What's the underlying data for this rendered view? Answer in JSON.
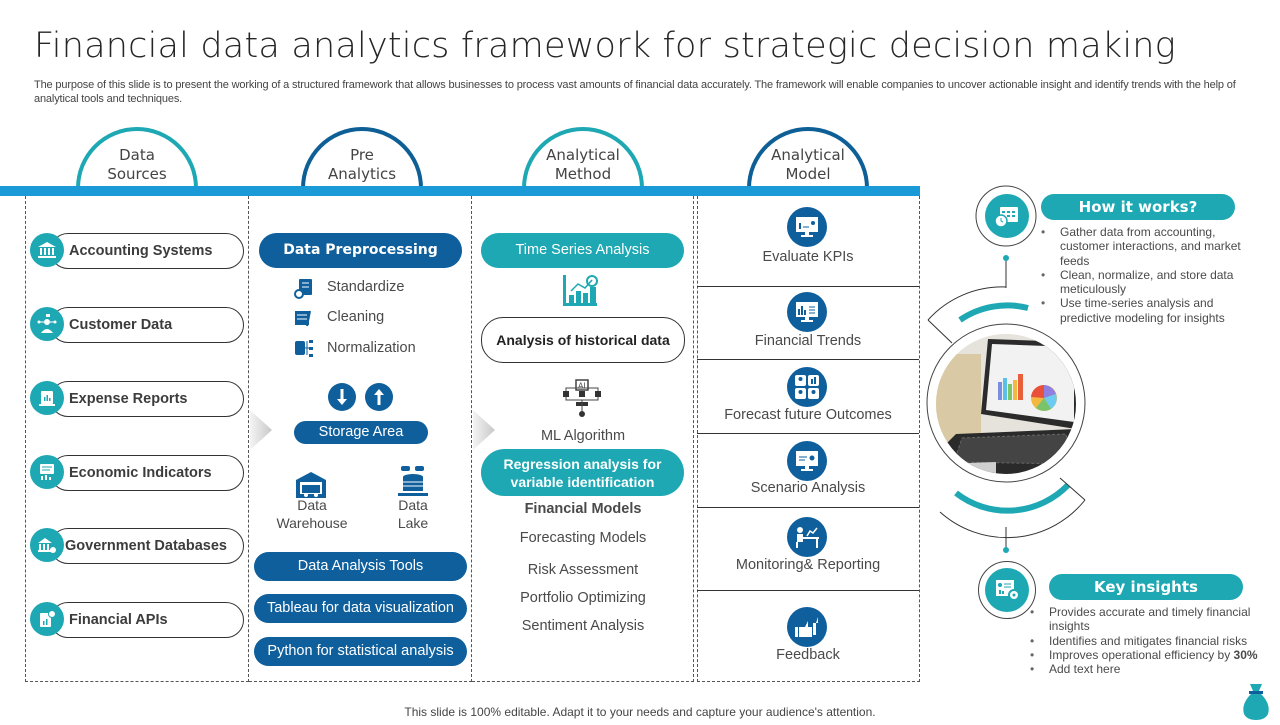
{
  "title": "Financial data analytics framework for strategic decision making",
  "subtitle": "The purpose of this slide is to present the working of a structured framework that allows businesses to process vast amounts of financial data accurately. The framework will enable companies to uncover actionable insight and identify trends with the help of analytical tools and techniques.",
  "colors": {
    "teal": "#1da8b3",
    "dark_blue": "#0e5f9c",
    "bar_blue": "#1a9ad6"
  },
  "stages": [
    {
      "line1": "Data",
      "line2": "Sources"
    },
    {
      "line1": "Pre",
      "line2": "Analytics"
    },
    {
      "line1": "Analytical",
      "line2": "Method"
    },
    {
      "line1": "Analytical",
      "line2": "Model"
    }
  ],
  "data_sources": [
    {
      "label": "Accounting  Systems",
      "icon": "bank-icon"
    },
    {
      "label": "Customer Data",
      "icon": "customer-network-icon"
    },
    {
      "label": "Expense Reports",
      "icon": "expense-report-icon"
    },
    {
      "label": "Economic Indicators",
      "icon": "economic-indicator-icon"
    },
    {
      "label": "Government Databases",
      "icon": "government-building-icon"
    },
    {
      "label": "Financial APIs",
      "icon": "financial-api-icon"
    }
  ],
  "pre_analytics": {
    "preprocessing_label": "Data Preprocessing",
    "steps": [
      {
        "label": "Standardize",
        "icon": "standardize-icon"
      },
      {
        "label": "Cleaning",
        "icon": "cleaning-icon"
      },
      {
        "label": "Normalization",
        "icon": "normalization-icon"
      }
    ],
    "storage_label": "Storage Area",
    "storage": [
      {
        "line1": "Data",
        "line2": "Warehouse",
        "icon": "warehouse-icon"
      },
      {
        "line1": "Data",
        "line2": "Lake",
        "icon": "data-lake-icon"
      }
    ],
    "tools": [
      "Data Analysis Tools",
      "Tableau for data visualization",
      "Python for statistical analysis"
    ]
  },
  "analytical_method": {
    "time_series": "Time Series Analysis",
    "historical": "Analysis  of historical data",
    "ml": "ML Algorithm",
    "regression_line1": "Regression analysis for",
    "regression_line2": "variable identification",
    "financial_models_title": "Financial Models",
    "financial_models": [
      "Forecasting Models",
      "Risk Assessment",
      "Portfolio Optimizing",
      "Sentiment Analysis"
    ]
  },
  "analytical_model": [
    {
      "label": "Evaluate KPIs",
      "icon": "kpi-monitor-icon"
    },
    {
      "label": "Financial Trends",
      "icon": "trend-monitor-icon"
    },
    {
      "label": "Forecast future Outcomes",
      "icon": "forecast-grid-icon"
    },
    {
      "label": "Scenario Analysis",
      "icon": "scenario-monitor-icon"
    },
    {
      "label": "Monitoring& Reporting",
      "icon": "person-desk-icon"
    },
    {
      "label": "Feedback",
      "icon": "thumbs-up-icon"
    }
  ],
  "how_it_works": {
    "title": "How it works?",
    "bullets": [
      "Gather data from accounting, customer interactions, and market feeds",
      "Clean, normalize, and store data meticulously",
      "Use time-series analysis and predictive modeling for insights"
    ]
  },
  "key_insights": {
    "title": "Key insights",
    "bullets": [
      "Provides accurate and timely financial insights",
      "Identifies and mitigates financial risks",
      "Improves operational efficiency by ",
      "Add text here"
    ],
    "highlight": "30%"
  },
  "footer": "This slide is 100% editable. Adapt it to your needs and capture your audience's attention."
}
